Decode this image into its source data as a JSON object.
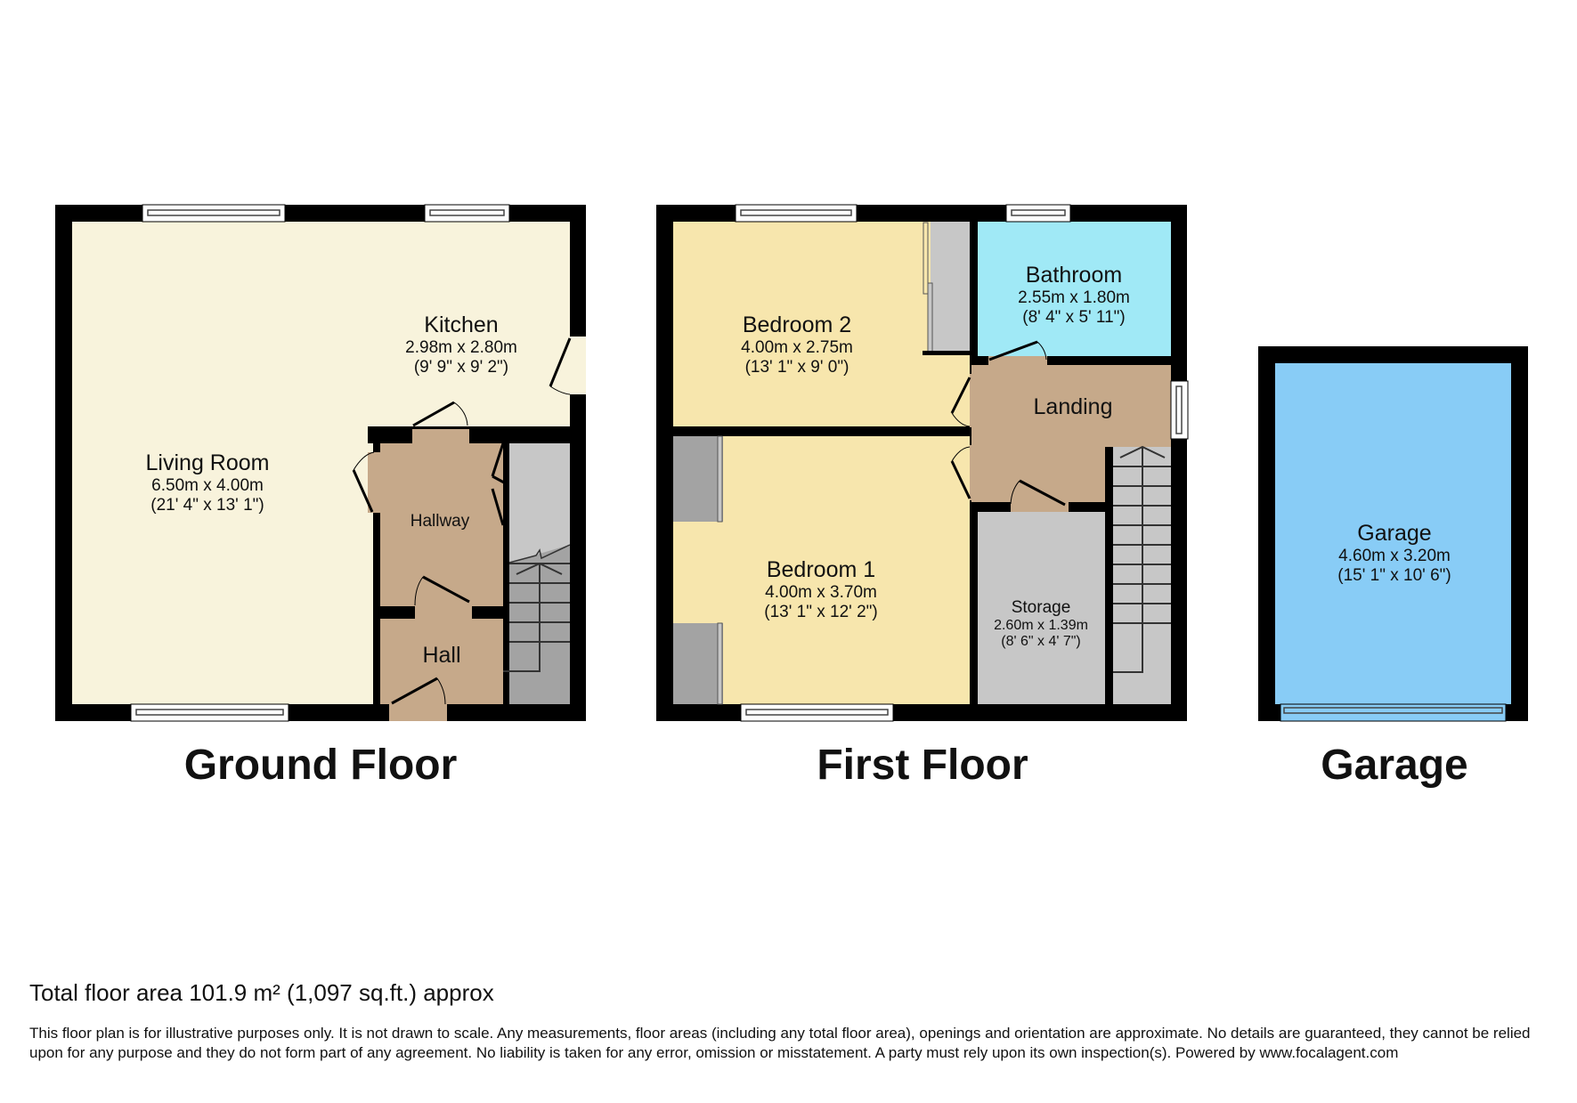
{
  "colors": {
    "wall": "#000000",
    "living_kitchen": "#f8f3dc",
    "hallway": "#c6a98a",
    "bedroom": "#f7e6ad",
    "bathroom": "#a0e9f6",
    "storage": "#c7c7c7",
    "cupboard": "#a3a3a3",
    "garage": "#88ccf6"
  },
  "floors": [
    {
      "title": "Ground Floor",
      "rooms": [
        {
          "name": "Living Room",
          "metric": "6.50m x 4.00m",
          "imperial": "(21' 4\" x 13' 1\")"
        },
        {
          "name": "Kitchen",
          "metric": "2.98m x 2.80m",
          "imperial": "(9' 9\" x 9' 2\")"
        },
        {
          "name": "Hallway"
        },
        {
          "name": "Hall"
        }
      ]
    },
    {
      "title": "First Floor",
      "rooms": [
        {
          "name": "Bedroom 2",
          "metric": "4.00m x 2.75m",
          "imperial": "(13' 1\" x 9' 0\")"
        },
        {
          "name": "Bathroom",
          "metric": "2.55m x 1.80m",
          "imperial": "(8' 4\" x 5' 11\")"
        },
        {
          "name": "Landing"
        },
        {
          "name": "Bedroom 1",
          "metric": "4.00m x 3.70m",
          "imperial": "(13' 1\" x 12' 2\")"
        },
        {
          "name": "Storage",
          "metric": "2.60m x 1.39m",
          "imperial": "(8' 6\" x 4' 7\")"
        }
      ]
    },
    {
      "title": "Garage",
      "rooms": [
        {
          "name": "Garage",
          "metric": "4.60m x 3.20m",
          "imperial": "(15' 1\" x 10' 6\")"
        }
      ]
    }
  ],
  "footer": {
    "total_area": "Total floor area 101.9 m² (1,097 sq.ft.) approx",
    "disclaimer": "This floor plan is for illustrative purposes only. It is not drawn to scale. Any measurements, floor areas (including any total floor area), openings and orientation are approximate. No details are guaranteed, they cannot be relied upon for any purpose and they do not form part of any agreement. No liability is taken for any error, omission or misstatement. A party must rely upon its own inspection(s). Powered by www.focalagent.com"
  }
}
